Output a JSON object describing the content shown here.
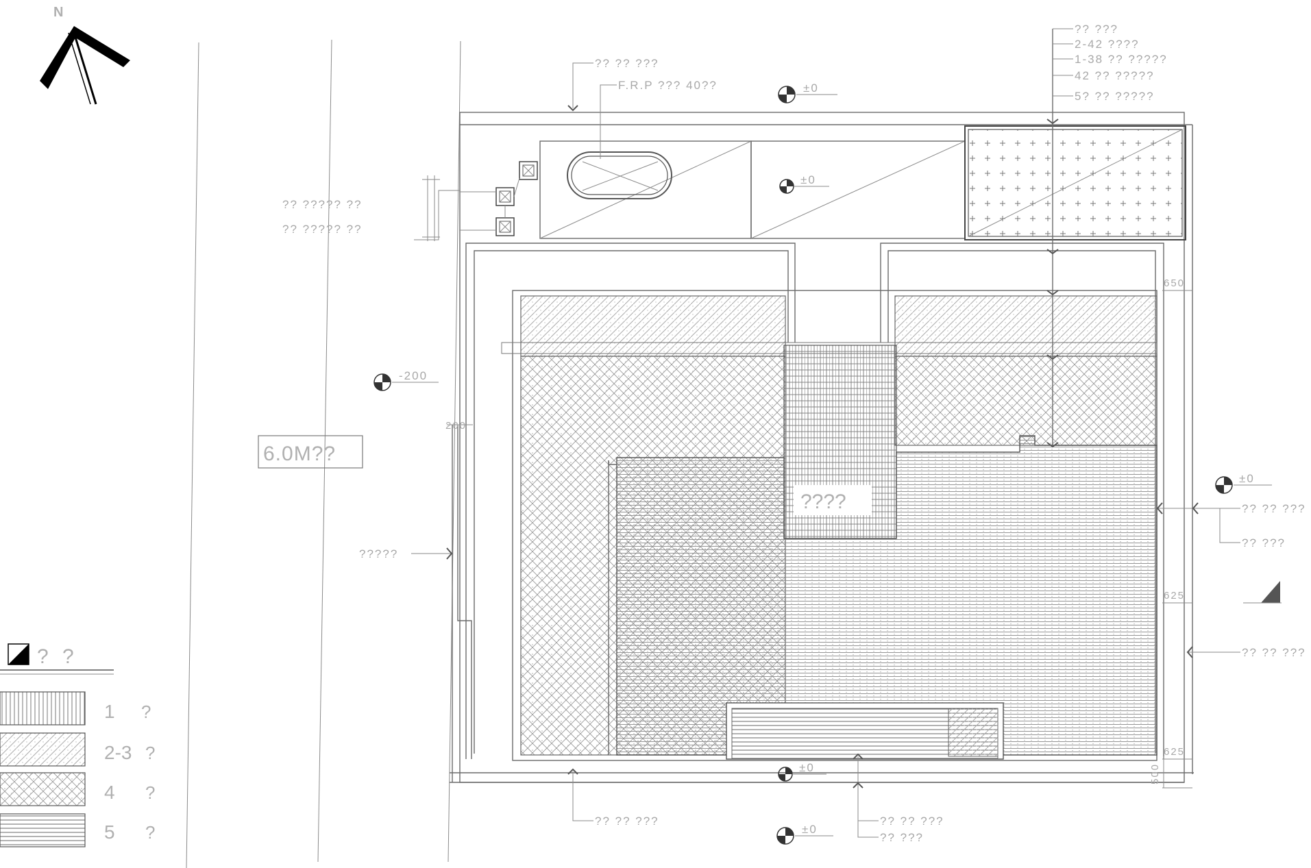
{
  "north": {
    "label": "N"
  },
  "site": {
    "width_label": "6.0M??"
  },
  "levels": {
    "top_outside": "±0",
    "pond_area": "±0",
    "left": "-200",
    "right": "±0",
    "bottom_inside": "±0",
    "bottom_outside": "±0"
  },
  "dimensions": {
    "left_small": "200",
    "right_top": "650",
    "right_mid": "625",
    "right_bottom": "625",
    "bottom_vertical": "500"
  },
  "notes": {
    "top_left_1": "?? ?? ???",
    "top_left_2": "F.R.P ??? 40??",
    "left_group_1": "?? ????? ??",
    "left_group_2": "?? ????? ??",
    "right_stack": [
      "?? ???",
      "2-42 ????",
      "1-38 ?? ?????",
      "42 ?? ?????",
      "5? ?? ?????"
    ],
    "right_mid_1": "?? ?? ???",
    "right_mid_2": "?? ???",
    "right_lower": "?? ?? ???",
    "left_mid": "?????",
    "bottom_left": "?? ?? ???",
    "bottom_right_1": "?? ?? ???",
    "bottom_right_2": "?? ???",
    "center_tag": "????"
  },
  "legend": {
    "title": "?  ?",
    "items": [
      {
        "num": "1",
        "text": "?"
      },
      {
        "num": "2-3",
        "text": "?"
      },
      {
        "num": "4",
        "text": "?"
      },
      {
        "num": "5",
        "text": "?"
      }
    ]
  }
}
